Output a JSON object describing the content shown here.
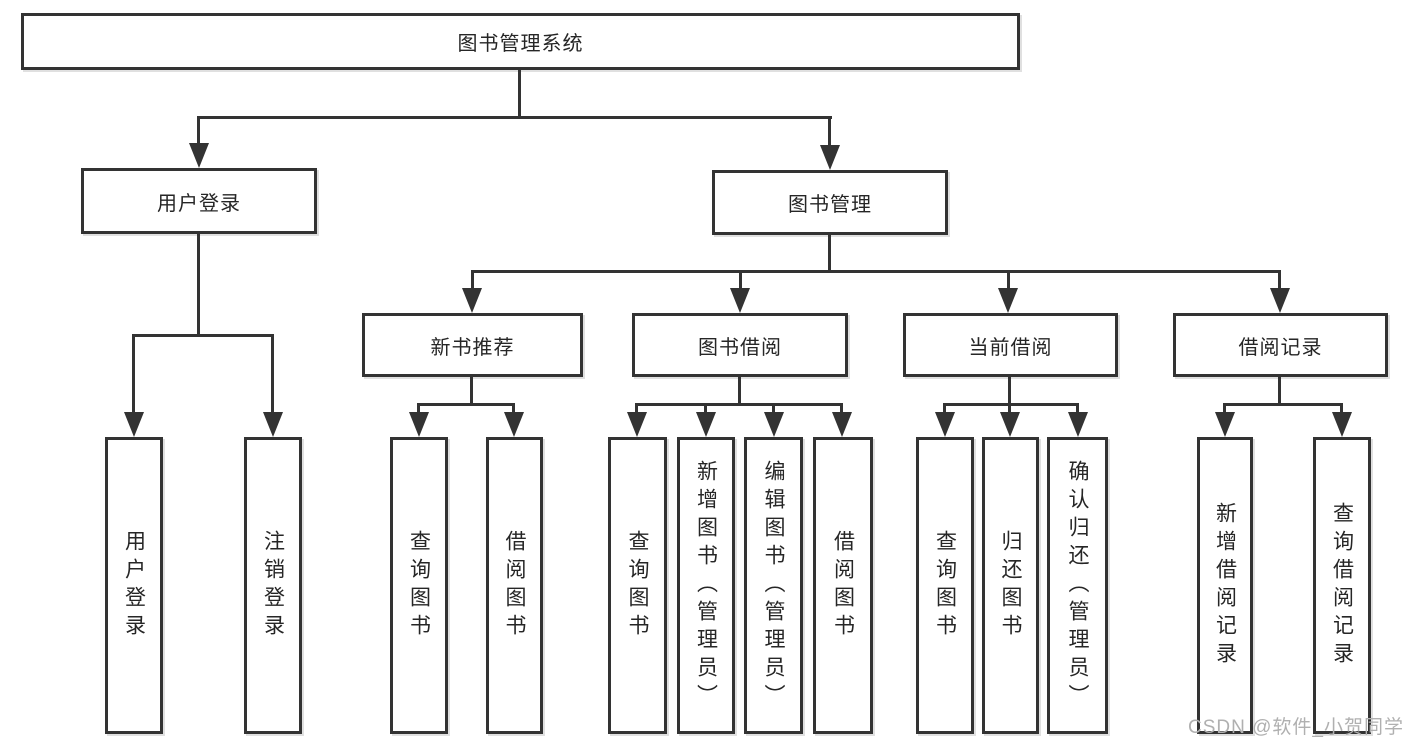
{
  "diagram": {
    "watermark": "CSDN @软件_小贺同学",
    "colors": {
      "line": "#333333",
      "text": "#262626",
      "watermark": "#b0b0b0",
      "background": "#ffffff"
    },
    "nodes": {
      "root": {
        "label": "图书管理系统"
      },
      "login": {
        "label": "用户登录"
      },
      "manage": {
        "label": "图书管理"
      },
      "login_user": {
        "label": "用户登录"
      },
      "login_logout": {
        "label": "注销登录"
      },
      "recommend": {
        "label": "新书推荐"
      },
      "borrow": {
        "label": "图书借阅"
      },
      "current": {
        "label": "当前借阅"
      },
      "record": {
        "label": "借阅记录"
      },
      "recommend_query": {
        "label": "查询图书"
      },
      "recommend_borrow": {
        "label": "借阅图书"
      },
      "borrow_query": {
        "label": "查询图书"
      },
      "borrow_add": {
        "label": "新增图书（管理员）"
      },
      "borrow_edit": {
        "label": "编辑图书（管理员）"
      },
      "borrow_lend": {
        "label": "借阅图书"
      },
      "current_query": {
        "label": "查询图书"
      },
      "current_return": {
        "label": "归还图书"
      },
      "current_confirm": {
        "label": "确认归还（管理员）"
      },
      "record_add": {
        "label": "新增借阅记录"
      },
      "record_query": {
        "label": "查询借阅记录"
      }
    },
    "hierarchy": {
      "图书管理系统": {
        "用户登录": [
          "用户登录",
          "注销登录"
        ],
        "图书管理": {
          "新书推荐": [
            "查询图书",
            "借阅图书"
          ],
          "图书借阅": [
            "查询图书",
            "新增图书（管理员）",
            "编辑图书（管理员）",
            "借阅图书"
          ],
          "当前借阅": [
            "查询图书",
            "归还图书",
            "确认归还（管理员）"
          ],
          "借阅记录": [
            "新增借阅记录",
            "查询借阅记录"
          ]
        }
      }
    }
  }
}
